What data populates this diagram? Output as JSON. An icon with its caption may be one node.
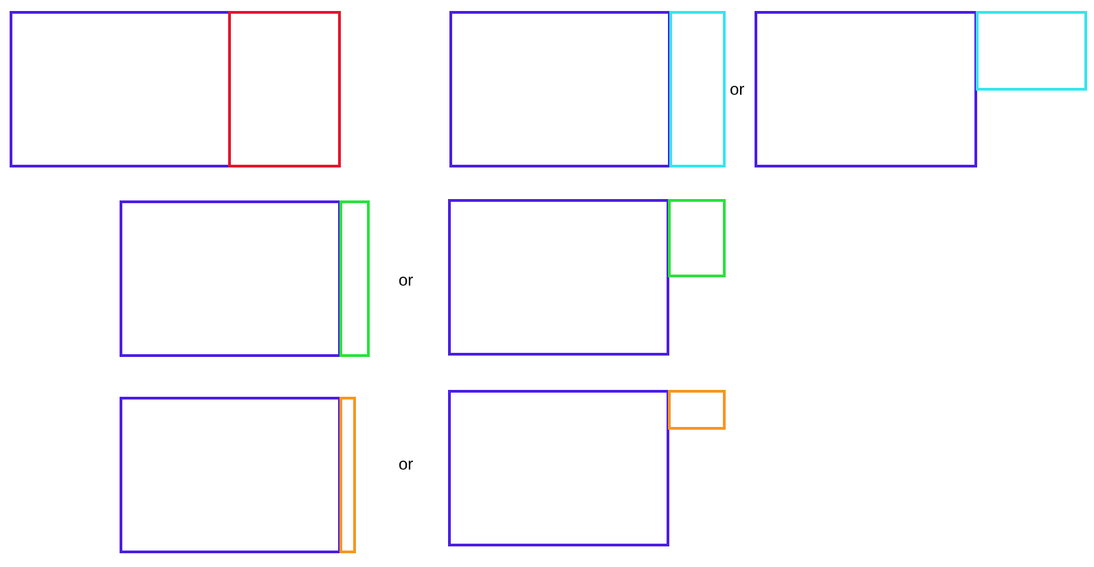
{
  "diagram": {
    "nodes": [
      {
        "text": [],
        "shape": "box"
      },
      {
        "text": [],
        "shape": "box"
      },
      {
        "text": [],
        "shape": "box"
      },
      {
        "text": [],
        "shape": "box"
      },
      {
        "text": [],
        "shape": "box"
      },
      {
        "text": [],
        "shape": "box"
      },
      {
        "text": [],
        "shape": "box"
      },
      {
        "text": [],
        "shape": "box"
      },
      {
        "text": [],
        "shape": "box"
      },
      {
        "text": [],
        "shape": "box"
      },
      {
        "text": [],
        "shape": "box"
      },
      {
        "text": [],
        "shape": "box"
      },
      {
        "text": [],
        "shape": "box"
      },
      {
        "text": [],
        "shape": "box"
      }
    ],
    "labels": [
      "or",
      "or",
      "or"
    ]
  }
}
